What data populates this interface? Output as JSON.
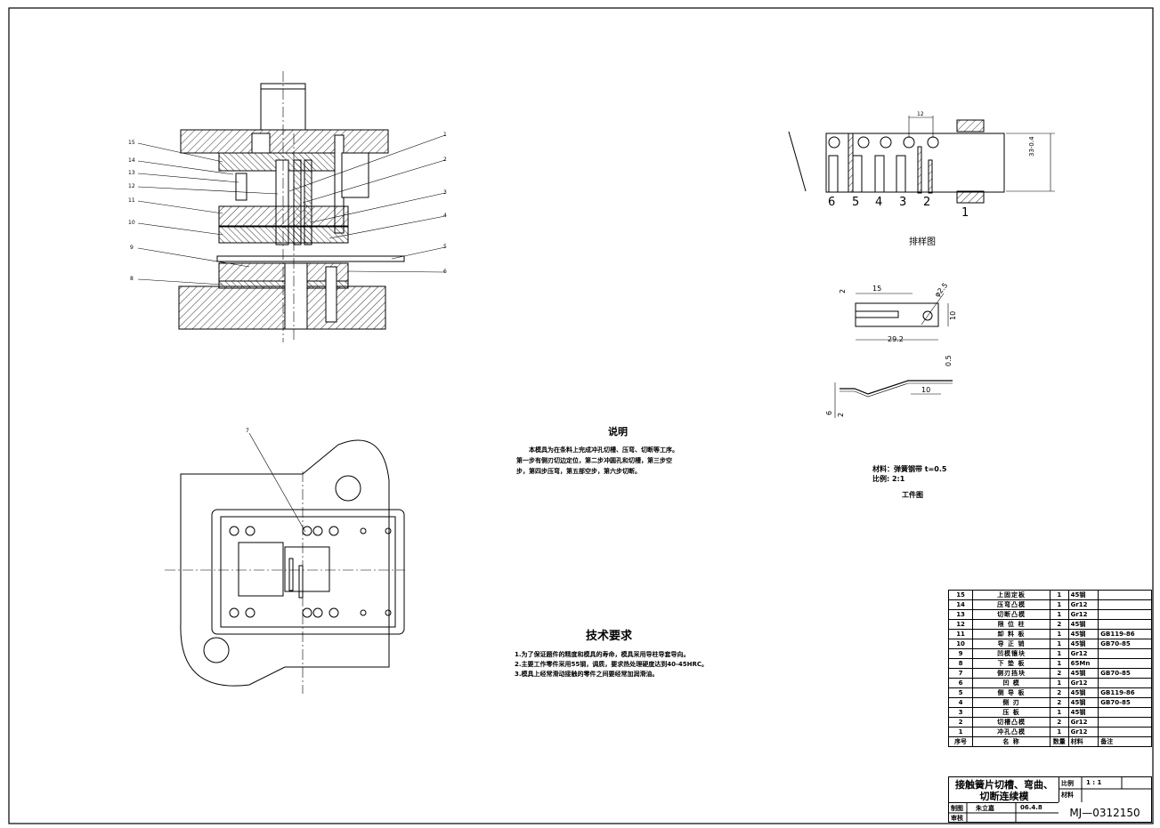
{
  "assembly_part_labels": [
    "15",
    "14",
    "13",
    "12",
    "11",
    "10",
    "9",
    "8",
    "1",
    "2",
    "3",
    "4",
    "5",
    "6"
  ],
  "plan_view_label": "7",
  "strip_layout": {
    "station_labels": [
      "6",
      "5",
      "4",
      "3",
      "2",
      "1"
    ],
    "dim_pitch": "12",
    "dim_width": "33-0.4",
    "title": "排样图"
  },
  "part_drawing": {
    "dim_15": "15",
    "dim_2": "2",
    "dim_hole": "φ2.5",
    "dim_10": "10",
    "dim_292": "29.2",
    "dim_05": "0.5",
    "dim_side_10": "10",
    "dim_6": "6",
    "dim_side_2": "2"
  },
  "material_line": "材料：弹簧钢带 t=0.5",
  "scale_line": "比例:  2:1",
  "part_title": "工件图",
  "description": {
    "title": "说明",
    "lines": [
      "本模具为在条料上完成冲孔切槽、压弯、切断等工序。",
      "第一步有侧刃切边定位，第二步冲圆孔和切槽，第三步空",
      "步，第四步压弯，第五部空步，第六步切断。"
    ]
  },
  "tech_requirements": {
    "title": "技术要求",
    "items": [
      "1.为了保证题件的精度和模具的寿命，模具采用导柱导套导向。",
      "2.主要工作零件采用55钢，调质，要求热处理硬度达到40-45HRC。",
      "3.模具上经常滑动接触的零件之间要经常加润滑油。"
    ]
  },
  "bom": {
    "rows": [
      [
        "15",
        "上固定板",
        "1",
        "45钢",
        ""
      ],
      [
        "14",
        "压弯凸模",
        "1",
        "Gr12",
        ""
      ],
      [
        "13",
        "切断凸模",
        "1",
        "Gr12",
        ""
      ],
      [
        "12",
        "限 位 柱",
        "2",
        "45钢",
        ""
      ],
      [
        "11",
        "卸 料 板",
        "1",
        "45钢",
        "GB119-86"
      ],
      [
        "10",
        "导 正 销",
        "1",
        "45钢",
        "GB70-85"
      ],
      [
        "9",
        "凹模镶块",
        "1",
        "Gr12",
        ""
      ],
      [
        "8",
        "下 垫 板",
        "1",
        "65Mn",
        ""
      ],
      [
        "7",
        "侧刃挡块",
        "2",
        "45钢",
        "GB70-85"
      ],
      [
        "6",
        "凹    模",
        "1",
        "Gr12",
        ""
      ],
      [
        "5",
        "侧 导 板",
        "2",
        "45钢",
        "GB119-86"
      ],
      [
        "4",
        "侧    刃",
        "2",
        "45钢",
        "GB70-85"
      ],
      [
        "3",
        "压    板",
        "1",
        "45钢",
        ""
      ],
      [
        "2",
        "切槽凸模",
        "2",
        "Gr12",
        ""
      ],
      [
        "1",
        "冲孔凸模",
        "1",
        "Gr12",
        ""
      ]
    ],
    "header": [
      "序号",
      "名    称",
      "数量",
      "材料",
      "备注"
    ]
  },
  "title_block": {
    "name": "接触簧片切槽、弯曲、切断连续模",
    "scale_label": "比例",
    "scale_value": "1 : 1",
    "material_label": "材料",
    "drawn_label": "制图",
    "drawn_by": "朱立嘉",
    "date": "06.4.8",
    "check_label": "审核",
    "drawing_no": "MJ—0312150"
  }
}
